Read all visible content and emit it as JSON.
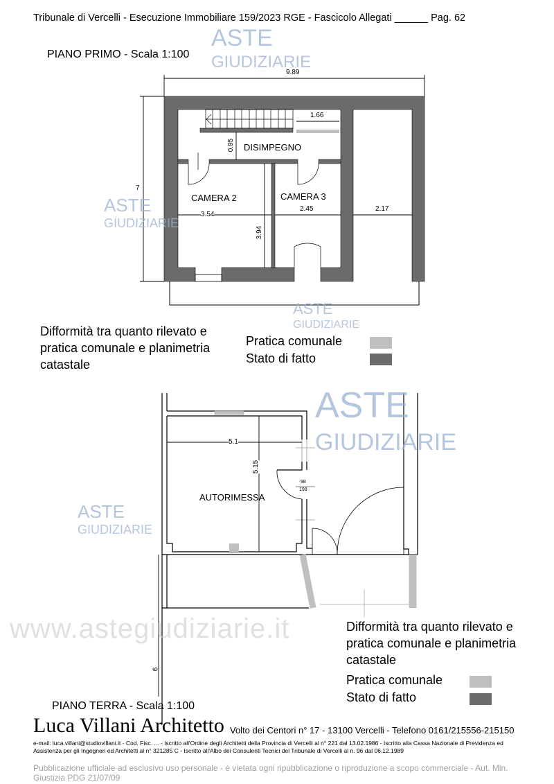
{
  "header": {
    "text": "Tribunale di Vercelli - Esecuzione Immobiliare 159/2023 RGE - Fascicolo Allegati ______ Pag. 62"
  },
  "first_floor": {
    "title": "PIANO PRIMO - Scala 1:100",
    "rooms": [
      "DISIMPEGNO",
      "CAMERA 2",
      "CAMERA 3"
    ],
    "dimensions": {
      "total_width": "9.89",
      "total_depth": "7",
      "stair_landing": "1.66",
      "corridor": "0.95",
      "camera2_width": "3.54",
      "camera3_width": "2.45",
      "right_room_width": "2.17",
      "camera_depth": "3.94"
    }
  },
  "ground_floor": {
    "title": "PIANO TERRA - Scala 1:100",
    "rooms": [
      "AUTORIMESSA"
    ],
    "dimensions": {
      "width": "5.1",
      "depth": "5.15",
      "door_top": "98",
      "door_bottom": "198",
      "side": "6"
    }
  },
  "notes": {
    "discrepancy": "Difformità tra quanto rilevato e pratica comunale e planimetria catastale"
  },
  "legend": {
    "items": [
      {
        "label": "Pratica comunale",
        "color": "#bfbfbf"
      },
      {
        "label": "Stato di fatto",
        "color": "#6b6b6b"
      }
    ]
  },
  "watermark": {
    "line1": "ASTE",
    "line2": "GIUDIZIARIE",
    "site": "www.astegiudiziarie.it",
    "notice": "Pubblicazione ufficiale ad esclusivo uso personale - è vietata ogni ripubblicazione o riproduzione a scopo commerciale - Aut. Min. Giustizia PDG 21/07/09"
  },
  "footer": {
    "signature": "Luca Villani Architetto",
    "address": "Volto dei Centori n° 17 - 13100 Vercelli - Telefono 0161/215556-215150",
    "details": "e-mail: luca.villani@studiovillani.it - Cod. Fisc. ... - Iscritto all'Ordine degli Architetti della Provincia di Vercelli al n° 221 dal 13.02.1986 - Iscritto alla Cassa Nazionale di Previdenza ed Assistenza per gli Ingegneri ed Architetti al n° 321285 C - Iscritto all'Albo dei Consulenti Tecnici del Tribunale di Vercelli al n. 96 dal 06.12.1989"
  }
}
